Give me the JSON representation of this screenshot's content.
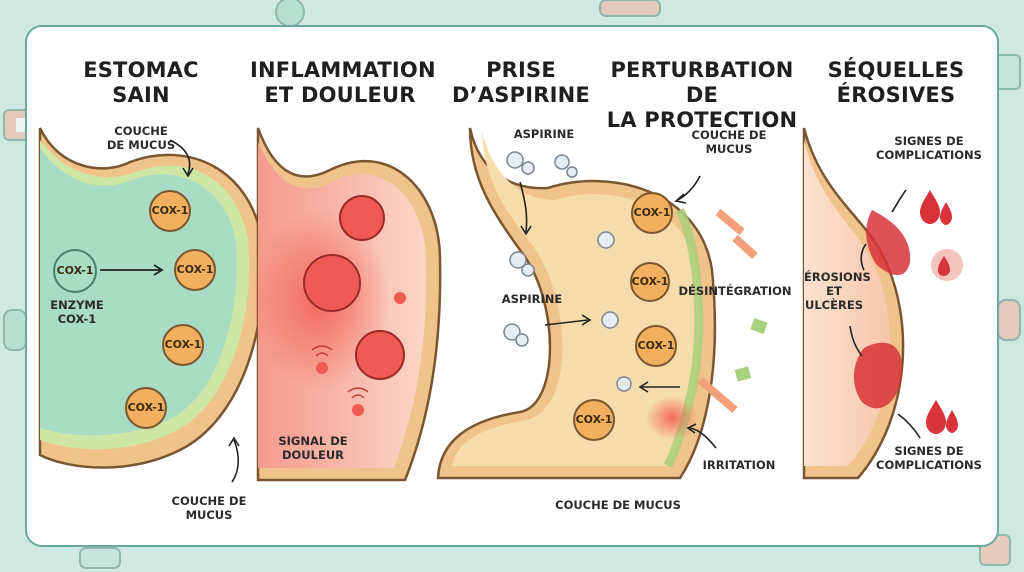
{
  "colors": {
    "background": "#cfe9e1",
    "panel": "#ffffff",
    "stomach_wall": "#f1c38c",
    "healthy_fill": "#a9dcc4",
    "mucus": "#cde6a4",
    "inflamed": "#f08a82",
    "aspirin_fill": "#f6dcaa",
    "cox_enzyme": "#f2b05e",
    "blood": "#d8323a"
  },
  "panels": [
    {
      "title": "ESTOMAC\nSAIN"
    },
    {
      "title": "INFLAMMATION\nET DOULEUR"
    },
    {
      "title": "PRISE\nD’ASPIRINE"
    },
    {
      "title": "PERTURBATION DE\nLA PROTECTION"
    },
    {
      "title": "SÉQUELLES\nÉROSIVES"
    }
  ],
  "labels": {
    "mucus_top": "COUCHE\nDE MUCUS",
    "enzyme": "ENZYME\nCOX-1",
    "mucus_bottom": "COUCHE DE\nMUCUS",
    "pain_signal": "SIGNAL DE\nDOULEUR",
    "aspirin_top": "ASPIRINE",
    "aspirin_mid": "ASPIRINE",
    "mucus_panel4": "COUCHE DE\nMUCUS",
    "disintegration": "DÉSINTÉGRATION",
    "irritation": "IRRITATION",
    "mucus_panel4_bottom": "COUCHE DE MUCUS",
    "complications_top": "SIGNES DE\nCOMPLICATIONS",
    "erosions": "ÉROSIONS\nET\nULCÈRES",
    "complications_bottom": "SIGNES DE\nCOMPLICATIONS"
  },
  "cox_label": "COX-1"
}
